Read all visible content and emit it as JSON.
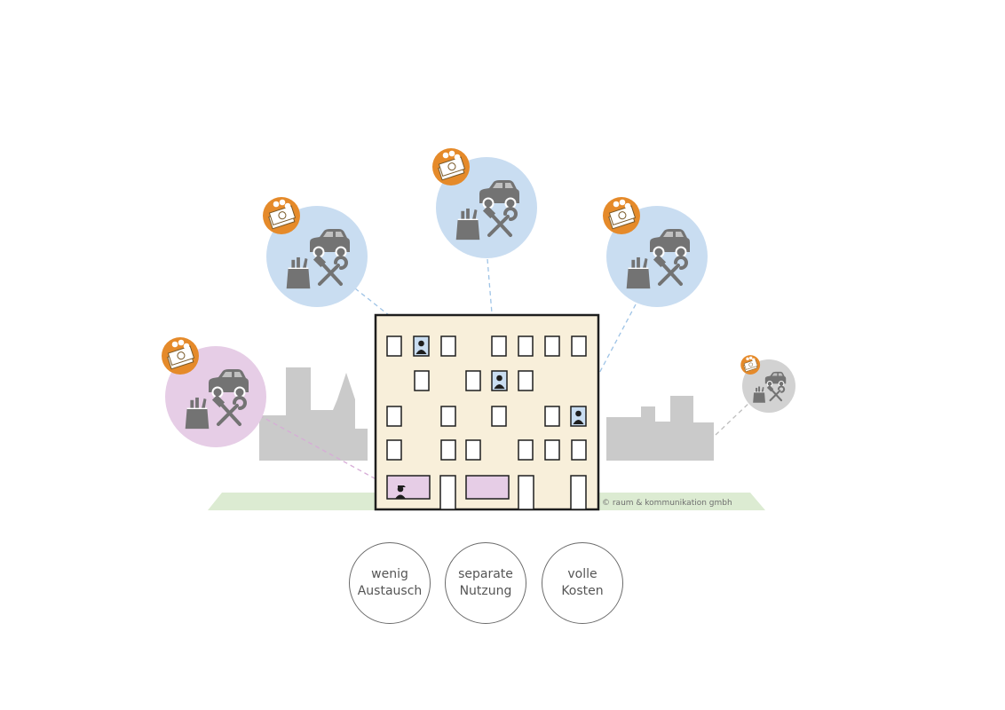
{
  "credit": "© raum & kommunikation gmbh",
  "labels": [
    {
      "line1": "wenig",
      "line2": "Austausch"
    },
    {
      "line1": "separate",
      "line2": "Nutzung"
    },
    {
      "line1": "volle",
      "line2": "Kosten"
    }
  ],
  "colors": {
    "building_fill": "#f8efda",
    "building_stroke": "#1e1e1e",
    "bubble_blue": "#c9ddf1",
    "bubble_pink": "#e6cde6",
    "bubble_gray": "#d2d2d2",
    "euro_orange": "#e58a2a",
    "icon_gray": "#737373",
    "city_gray": "#cacaca",
    "ground_green": "#dcebd2",
    "dash_blue": "#9ec3e6",
    "dash_pink": "#d7acd7",
    "dash_gray": "#bdbdbd",
    "shop_pink": "#e6cde6",
    "resident_window": "#c9ddf1"
  },
  "bubbles": [
    {
      "color": "pink",
      "icons": [
        "money-euro-icon",
        "car-icon",
        "groceries-bag-icon",
        "tools-icon"
      ]
    },
    {
      "color": "blue",
      "icons": [
        "money-euro-icon",
        "car-icon",
        "groceries-bag-icon",
        "tools-icon"
      ]
    },
    {
      "color": "blue",
      "icons": [
        "money-euro-icon",
        "car-icon",
        "groceries-bag-icon",
        "tools-icon"
      ]
    },
    {
      "color": "blue",
      "icons": [
        "money-euro-icon",
        "car-icon",
        "groceries-bag-icon",
        "tools-icon"
      ]
    },
    {
      "color": "gray",
      "icons": [
        "money-euro-icon",
        "car-icon",
        "groceries-bag-icon",
        "tools-icon"
      ]
    }
  ]
}
